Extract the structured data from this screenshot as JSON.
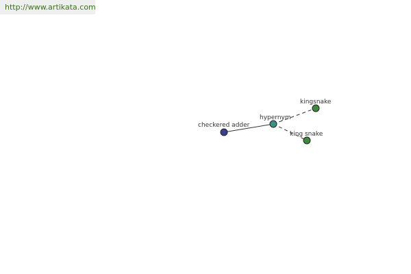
{
  "header": {
    "url": "http://www.artikata.com"
  },
  "colors": {
    "source_node": "#3b3f8c",
    "hub_node": "#3f8f85",
    "target_node": "#3f8a3f",
    "edge": "#333333",
    "url_text": "#3f6f1f"
  },
  "graph": {
    "nodes": {
      "checkered_adder": {
        "label": "checkered adder",
        "icon": "circle-node"
      },
      "hypernym": {
        "label": "hypernym",
        "icon": "circle-node"
      },
      "kingsnake": {
        "label": "kingsnake",
        "icon": "circle-node"
      },
      "king_snake": {
        "label": "king snake",
        "icon": "circle-node"
      }
    },
    "edges": [
      {
        "from": "checkered adder",
        "to": "hypernym",
        "style": "solid"
      },
      {
        "from": "hypernym",
        "to": "kingsnake",
        "style": "dashed"
      },
      {
        "from": "hypernym",
        "to": "king snake",
        "style": "dashed"
      }
    ]
  }
}
